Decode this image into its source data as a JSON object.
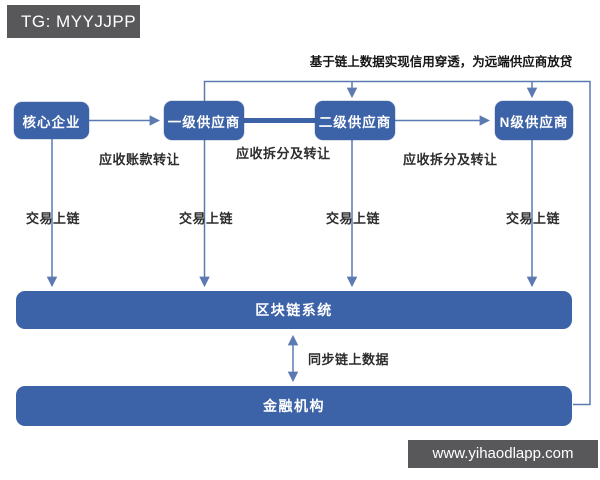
{
  "colors": {
    "node_blue": "#3c62a7",
    "line_blue": "#5b7ab2",
    "badge_gray": "#58585a",
    "label_text": "#2d2d2d"
  },
  "badge": {
    "label": "TG: MYYJJPP"
  },
  "annotation": {
    "label": "基于链上数据实现信用穿透，为远端供应商放贷"
  },
  "diagram": {
    "nodes": [
      {
        "label": "核心企业"
      },
      {
        "label": "一级供应商"
      },
      {
        "label": "二级供应商"
      },
      {
        "label": "N级供应商"
      }
    ],
    "flow_labels": [
      {
        "label": "应收账款转让"
      },
      {
        "label": "应收拆分及转让"
      },
      {
        "label": "应收拆分及转让"
      }
    ],
    "onchain_labels": [
      {
        "label": "交易上链"
      },
      {
        "label": "交易上链"
      },
      {
        "label": "交易上链"
      },
      {
        "label": "交易上链"
      }
    ],
    "sync_label": "同步链上数据",
    "platforms": [
      {
        "label": "区块链系统"
      },
      {
        "label": "金融机构"
      }
    ]
  },
  "watermark": {
    "label": "www.yihaodlapp.com"
  }
}
